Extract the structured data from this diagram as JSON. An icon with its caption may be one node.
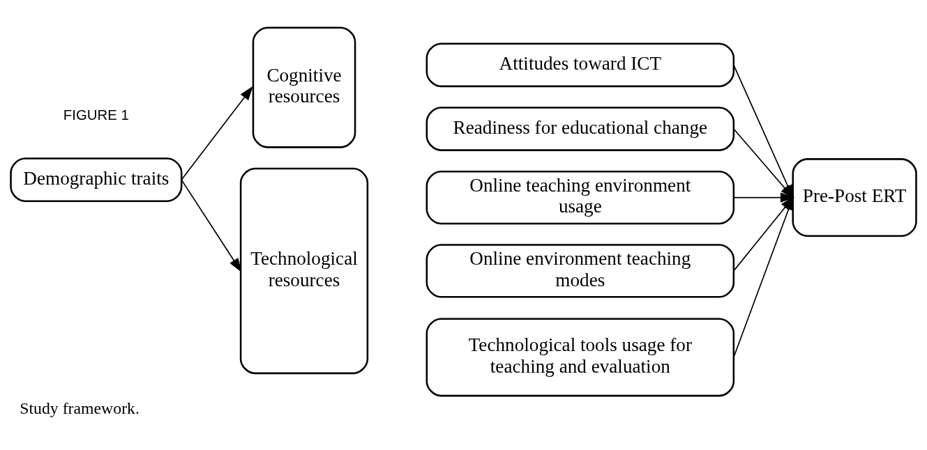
{
  "diagram": {
    "caption": "Study framework.",
    "nodes": [
      {
        "text": [
          "Demographic traits"
        ]
      },
      {
        "text": [
          "Cognitive resources"
        ]
      },
      {
        "text": [
          "Attitudes toward ICT"
        ]
      },
      {
        "text": [
          "Readiness for educational change"
        ]
      },
      {
        "text": [
          "Technological resources"
        ]
      },
      {
        "text": [
          "Online teaching environment usage"
        ]
      },
      {
        "text": [
          "Online environment teaching modes"
        ]
      },
      {
        "text": [
          "Technological tools usage for teaching and evaluation"
        ]
      },
      {
        "text": [
          "Pre-Post ERT"
        ]
      }
    ],
    "edges": [
      {
        "from": 0,
        "to": 1,
        "arrow": "to"
      },
      {
        "from": 0,
        "to": 4,
        "arrow": "to"
      },
      {
        "from": 2,
        "to": 8,
        "arrow": "to"
      },
      {
        "from": 3,
        "to": 8,
        "arrow": "to"
      },
      {
        "from": 5,
        "to": 8,
        "arrow": "to"
      },
      {
        "from": 6,
        "to": 8,
        "arrow": "to"
      },
      {
        "from": 7,
        "to": 8,
        "arrow": "to"
      }
    ],
    "labels": [
      "FIGURE 1"
    ]
  }
}
